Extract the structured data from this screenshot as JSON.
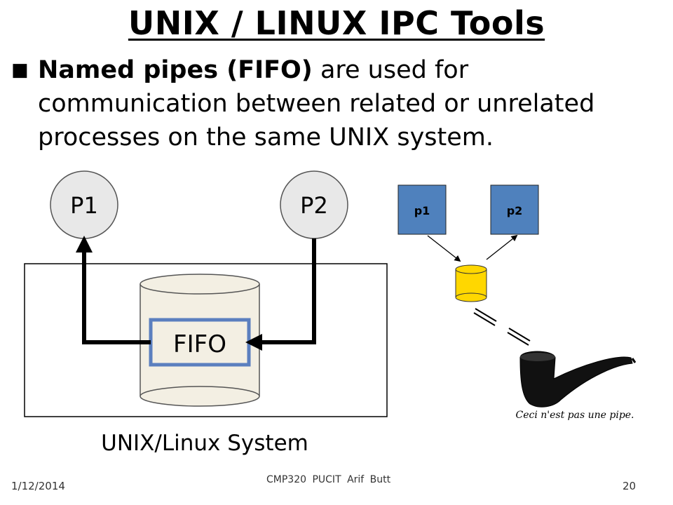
{
  "title": "UNIX / LINUX IPC Tools",
  "bullet": {
    "bold_lead": "Named pipes (FIFO)",
    "rest": " are used for communication between related or unrelated processes on the same UNIX system."
  },
  "diagram_left": {
    "process_1": "P1",
    "process_2": "P2",
    "fifo_label": "FIFO",
    "system_label": "UNIX/Linux System"
  },
  "diagram_right": {
    "box_1": "p1",
    "box_2": "p2",
    "caption": "Ceci n'est pas une pipe."
  },
  "colors": {
    "box_blue": "#4f81bd",
    "cylinder_yellow": "#ffd700",
    "fifo_fill": "#f3efe3",
    "fifo_label_band": "#5b7fbf"
  },
  "footer": {
    "date": "1/12/2014",
    "course": "CMP320  PUCIT  Arif Butt",
    "page": "20"
  }
}
